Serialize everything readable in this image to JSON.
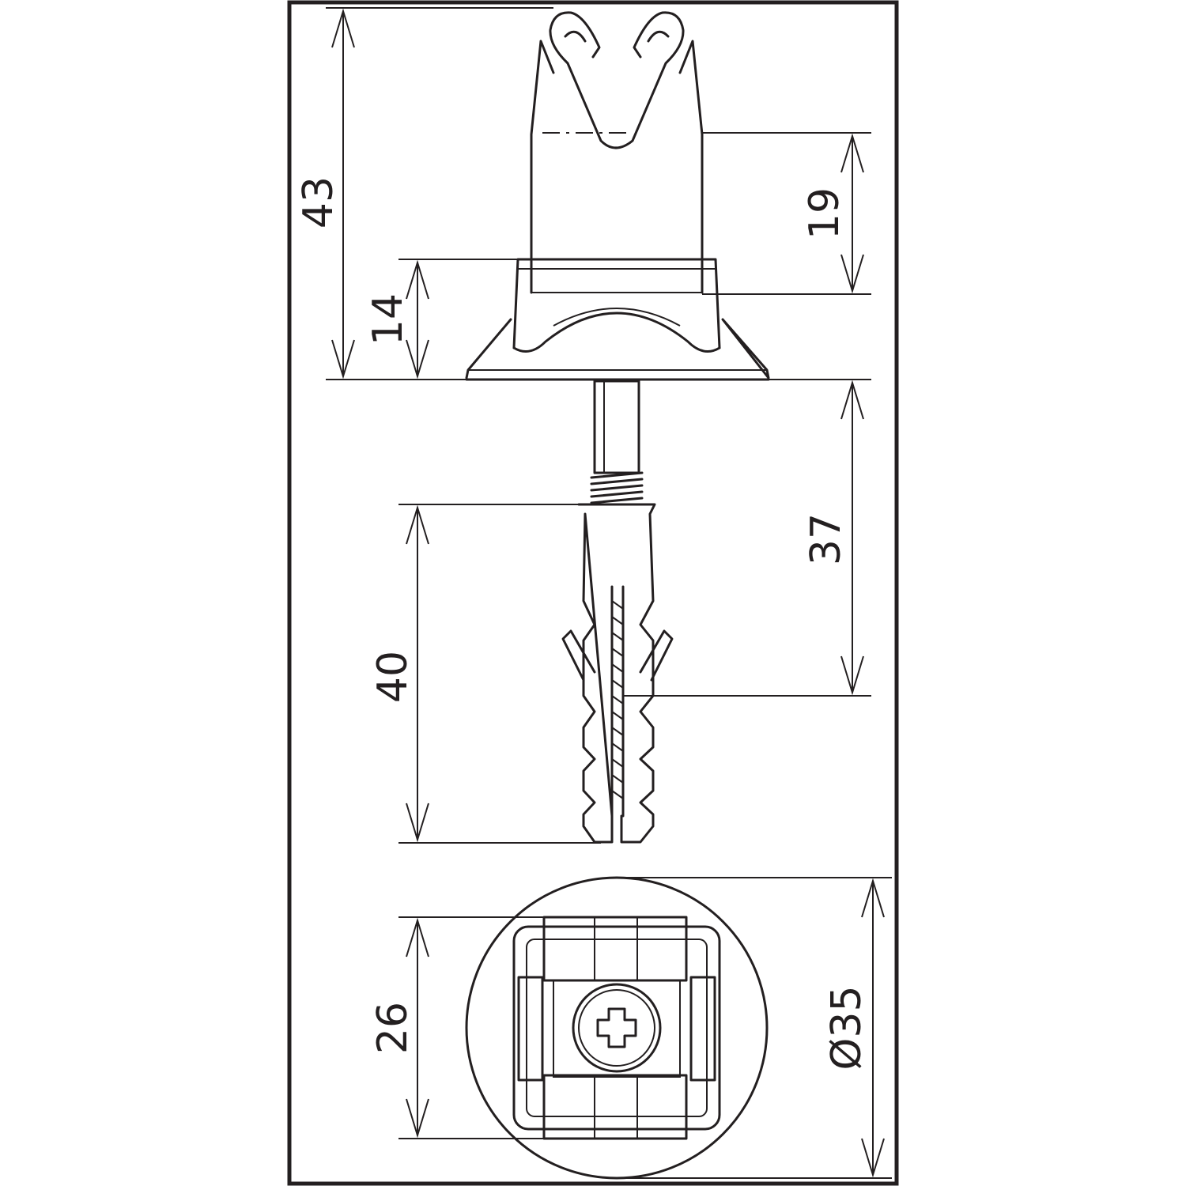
{
  "dimensions": {
    "total_height": "43",
    "top_height": "19",
    "base_height": "14",
    "shaft_length": "37",
    "dowel_length": "40",
    "inner_width": "26",
    "outer_diameter": "Ø35"
  },
  "colors": {
    "line": "#231f20",
    "background": "#ffffff"
  }
}
